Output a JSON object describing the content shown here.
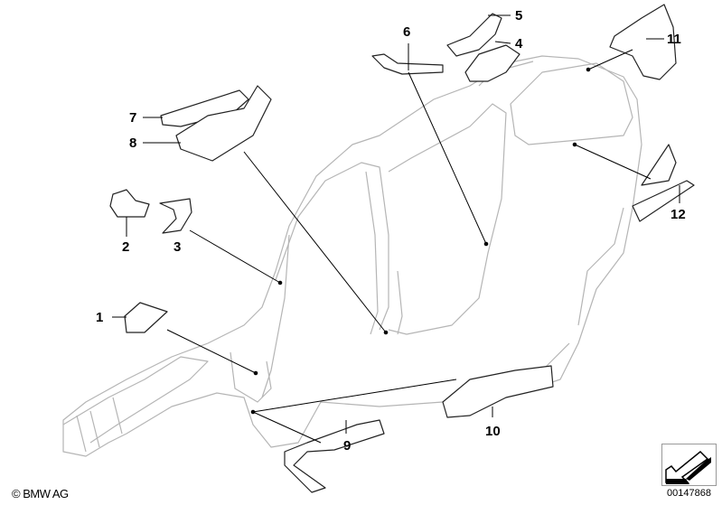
{
  "diagram": {
    "callouts": [
      "1",
      "2",
      "3",
      "4",
      "5",
      "6",
      "7",
      "8",
      "9",
      "10",
      "11",
      "12"
    ],
    "copyright": "© BMW AG",
    "part_number": "00147868",
    "nav_icon": "arrow-down-left-icon"
  }
}
